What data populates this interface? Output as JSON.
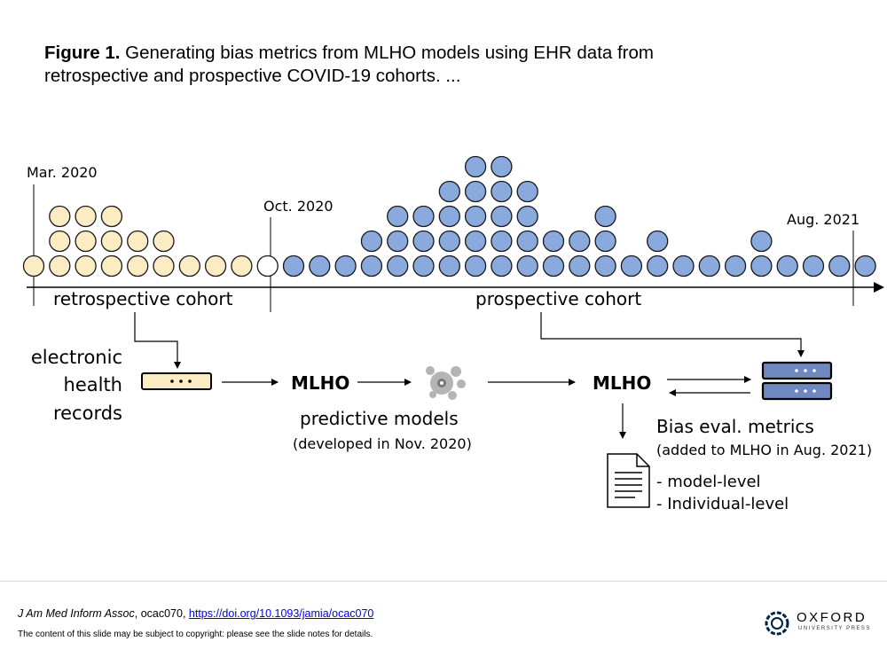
{
  "caption": {
    "figure_label": "Figure 1.",
    "text": " Generating bias metrics from MLHO models using EHR data from retrospective and prospective COVID-19 cohorts. ..."
  },
  "timeline": {
    "date_start": "Mar. 2020",
    "date_mid": "Oct. 2020",
    "date_end": "Aug. 2021",
    "retro_label": "retrospective cohort",
    "pro_label": "prospective cohort",
    "retro_counts": [
      1,
      3,
      3,
      3,
      2,
      2,
      1,
      1,
      1
    ],
    "pro_counts": [
      1,
      1,
      1,
      2,
      3,
      3,
      4,
      5,
      5,
      4,
      2,
      2,
      3,
      1,
      2,
      1,
      1,
      1,
      2,
      1,
      1,
      1,
      1
    ],
    "retro_color": "#fbecc3",
    "pro_color": "#8aa9dc"
  },
  "flow": {
    "ehr_line1": "electronic",
    "ehr_line2": "health",
    "ehr_line3": "records",
    "mlho_1": "MLHO",
    "predictive": "predictive models",
    "developed": "(developed in Nov. 2020)",
    "mlho_2": "MLHO",
    "bias_title": "Bias eval. metrics",
    "bias_sub": "(added to MLHO in Aug. 2021)",
    "model_level": "- model-level",
    "individual_level": "- Individual-level"
  },
  "footer": {
    "journal": "J Am Med Inform Assoc",
    "article": ", ocac070, ",
    "doi": "https://doi.org/10.1093/jamia/ocac070",
    "notice": "The content of this slide may be subject to copyright: please see the slide notes for details.",
    "publisher": "OXFORD",
    "publisher_sub": "UNIVERSITY PRESS"
  }
}
